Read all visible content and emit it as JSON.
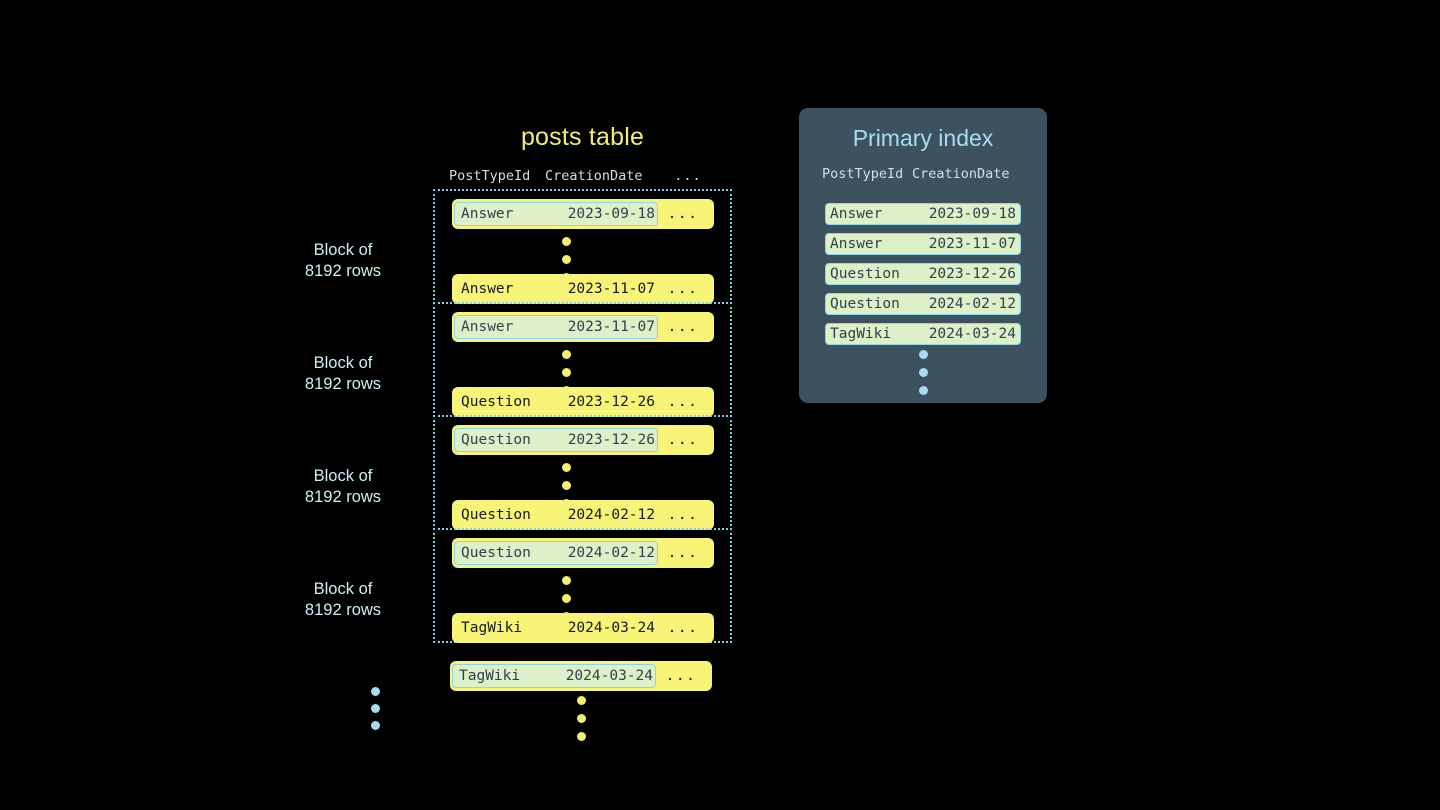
{
  "diagram": {
    "background": "#000000",
    "accent_yellow": "#f8f477",
    "accent_cyan": "#a7dcf0",
    "highlight_green": "#ddf0c8",
    "panel_bg": "#3c535f"
  },
  "posts_table": {
    "title": "posts table",
    "columns": {
      "post_type_id": "PostTypeId",
      "creation_date": "CreationDate",
      "more": "..."
    },
    "blocks": [
      {
        "label_line1": "Block of",
        "label_line2": "8192 rows",
        "first_row": {
          "post_type_id": "Answer",
          "creation_date": "2023-09-18",
          "more": "...",
          "highlighted": true
        },
        "last_row": {
          "post_type_id": "Answer",
          "creation_date": "2023-11-07",
          "more": "...",
          "highlighted": false
        }
      },
      {
        "label_line1": "Block of",
        "label_line2": "8192 rows",
        "first_row": {
          "post_type_id": "Answer",
          "creation_date": "2023-11-07",
          "more": "...",
          "highlighted": true
        },
        "last_row": {
          "post_type_id": "Question",
          "creation_date": "2023-12-26",
          "more": "...",
          "highlighted": false
        }
      },
      {
        "label_line1": "Block of",
        "label_line2": "8192 rows",
        "first_row": {
          "post_type_id": "Question",
          "creation_date": "2023-12-26",
          "more": "...",
          "highlighted": true
        },
        "last_row": {
          "post_type_id": "Question",
          "creation_date": "2024-02-12",
          "more": "...",
          "highlighted": false
        }
      },
      {
        "label_line1": "Block of",
        "label_line2": "8192 rows",
        "first_row": {
          "post_type_id": "Question",
          "creation_date": "2024-02-12",
          "more": "...",
          "highlighted": true
        },
        "last_row": {
          "post_type_id": "TagWiki",
          "creation_date": "2024-03-24",
          "more": "...",
          "highlighted": false
        }
      }
    ],
    "trailing_row": {
      "post_type_id": "TagWiki",
      "creation_date": "2024-03-24",
      "more": "...",
      "highlighted": true
    }
  },
  "primary_index": {
    "title": "Primary index",
    "columns": {
      "post_type_id": "PostTypeId",
      "creation_date": "CreationDate"
    },
    "rows": [
      {
        "post_type_id": "Answer",
        "creation_date": "2023-09-18"
      },
      {
        "post_type_id": "Answer",
        "creation_date": "2023-11-07"
      },
      {
        "post_type_id": "Question",
        "creation_date": "2023-12-26"
      },
      {
        "post_type_id": "Question",
        "creation_date": "2024-02-12"
      },
      {
        "post_type_id": "TagWiki",
        "creation_date": "2024-03-24"
      }
    ]
  }
}
